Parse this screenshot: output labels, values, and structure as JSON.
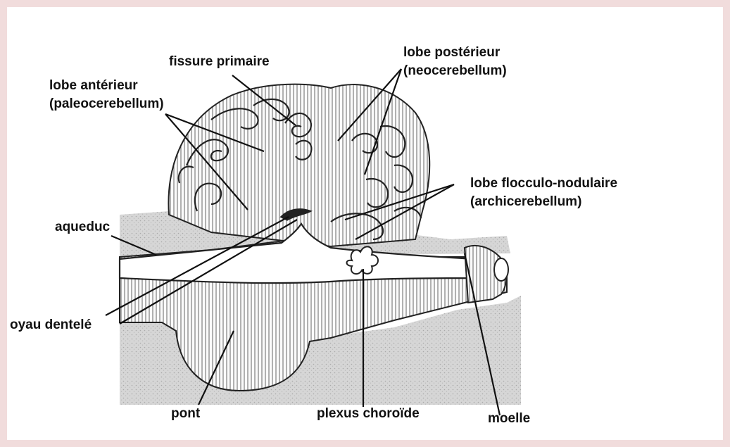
{
  "labels": {
    "fissure_primaire": "fissure primaire",
    "lobe_posterieur": "lobe postérieur",
    "neocerebellum": "(neocerebellum)",
    "lobe_anterieur": "lobe antérieur",
    "paleocerebellum": "(paleocerebellum)",
    "lobe_flocculo": "lobe flocculo-nodulaire",
    "archicerebellum": "(archicerebellum)",
    "aqueduc": "aqueduc",
    "noyau_dentele": "oyau dentelé",
    "pont": "pont",
    "plexus_choroide": "plexus choroïde",
    "moelle": "moelle"
  },
  "colors": {
    "frame": "#f1dcdc",
    "ink": "#111111",
    "stipple": "#cfcfcf"
  }
}
